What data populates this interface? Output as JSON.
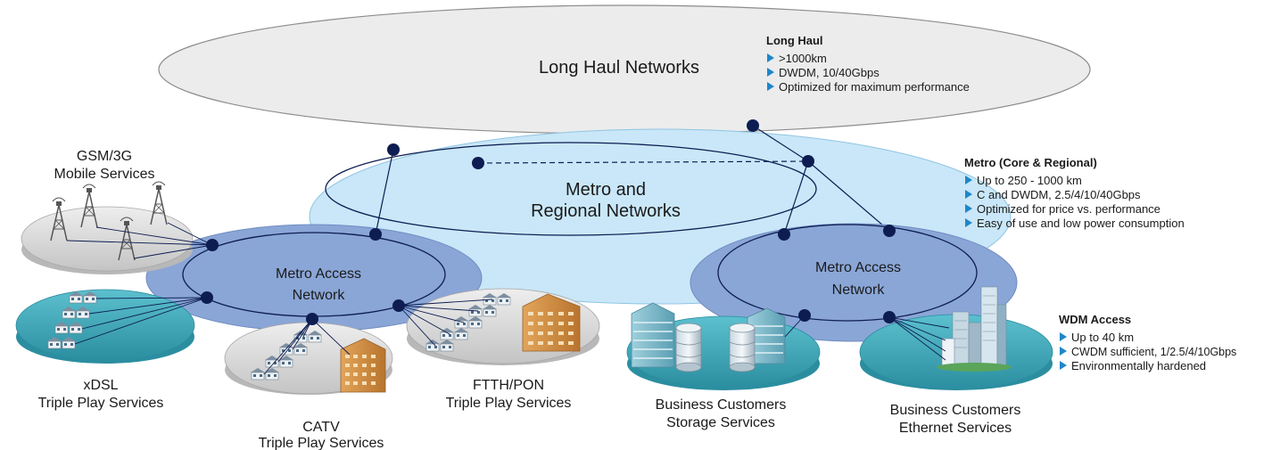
{
  "clouds": {
    "long_haul": "Long Haul Networks",
    "metro_regional_line1": "Metro and",
    "metro_regional_line2": "Regional Networks",
    "metro_access_left_line1": "Metro Access",
    "metro_access_left_line2": "Network",
    "metro_access_right_line1": "Metro Access",
    "metro_access_right_line2": "Network"
  },
  "services": {
    "gsm_line1": "GSM/3G",
    "gsm_line2": "Mobile Services",
    "xdsl_line1": "xDSL",
    "xdsl_line2": "Triple Play Services",
    "catv_line1": "CATV",
    "catv_line2": "Triple Play Services",
    "ftth_line1": "FTTH/PON",
    "ftth_line2": "Triple Play Services",
    "storage_line1": "Business Customers",
    "storage_line2": "Storage Services",
    "ethernet_line1": "Business Customers",
    "ethernet_line2": "Ethernet Services"
  },
  "specs": {
    "long_haul": {
      "title": "Long Haul",
      "bullets": [
        ">1000km",
        "DWDM, 10/40Gbps",
        "Optimized for maximum performance"
      ]
    },
    "metro": {
      "title": "Metro (Core & Regional)",
      "bullets": [
        "Up to 250 - 1000 km",
        "C and DWDM, 2.5/4/10/40Gbps",
        "Optimized for price vs. performance",
        "Easy of use and low power consumption"
      ]
    },
    "wdm_access": {
      "title": "WDM Access",
      "bullets": [
        "Up to 40 km",
        "CWDM sufficient, 1/2.5/4/10Gbps",
        "Environmentally hardened"
      ]
    }
  },
  "colors": {
    "long_haul_fill": "#e8e8e8",
    "metro_fill": "#c9e7f8",
    "access_fill": "#8aa6d6",
    "teal_disc": "#4fb1c0",
    "grey_disc": "#d9d9d9",
    "node": "#0d1d52",
    "bullet": "#1f86c9"
  },
  "icons": {
    "bullet": "triangle-bullet-icon",
    "tower": "cell-tower-icon",
    "house": "house-icon",
    "apartment": "apartment-building-icon",
    "office": "office-building-icon",
    "storage": "storage-cylinder-icon",
    "skyscraper": "skyscraper-icon"
  }
}
